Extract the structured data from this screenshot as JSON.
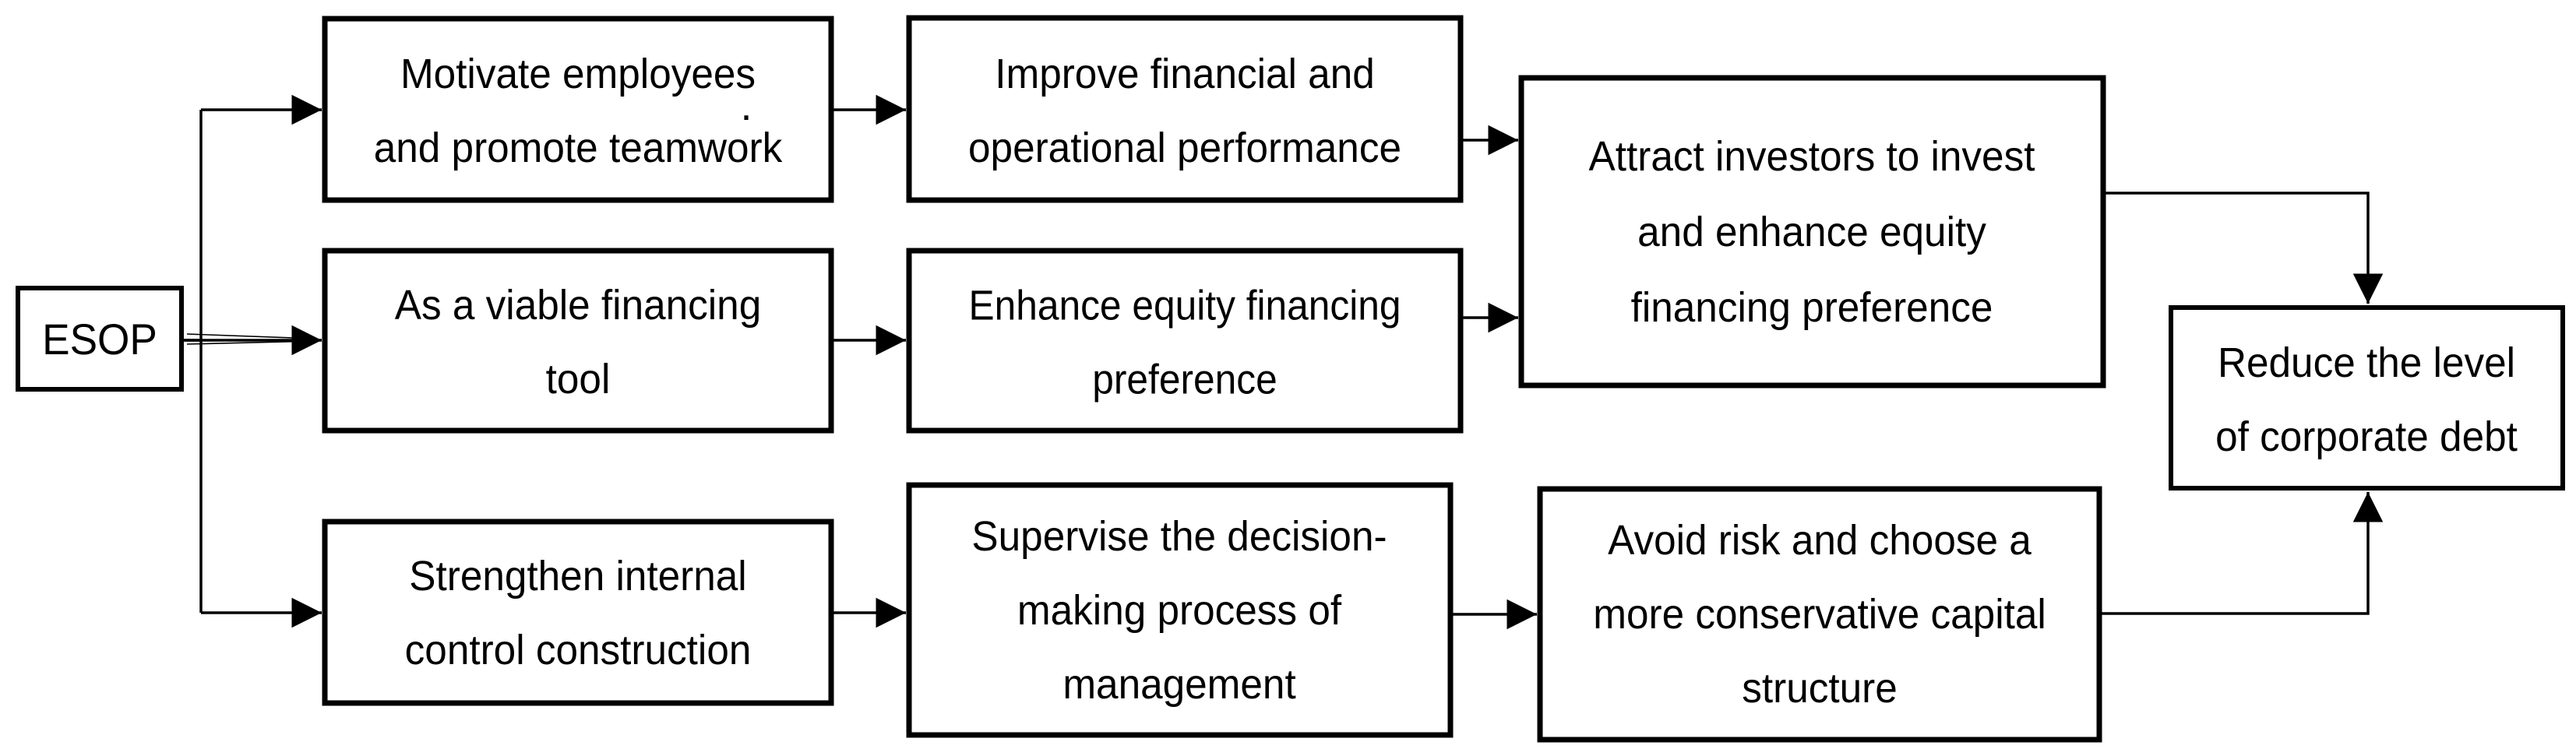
{
  "diagram": {
    "background": "#ffffff",
    "line_color": "#000000",
    "nodes": {
      "esop": {
        "label": "ESOP"
      },
      "motivate": {
        "line1": "Motivate employees",
        "line2": "and promote teamwork",
        "stray_period": "."
      },
      "improve": {
        "line1": "Improve financial and",
        "line2": "operational performance"
      },
      "viable": {
        "line1": "As a  viable financing",
        "line2": "tool"
      },
      "enhance": {
        "line1": "Enhance equity financing",
        "line2": "preference"
      },
      "strengthen": {
        "line1": "Strengthen internal",
        "line2": "control construction"
      },
      "supervise": {
        "line1": "Supervise the decision-",
        "line2": "making process of",
        "line3": "management"
      },
      "attract": {
        "line1": "Attract investors to invest",
        "line2": "and enhance equity",
        "line3": "financing preference"
      },
      "avoid": {
        "line1": "Avoid risk and choose a",
        "line2": "more conservative capital",
        "line3": "structure"
      },
      "reduce": {
        "line1": "Reduce the level",
        "line2": "of corporate debt"
      }
    },
    "edges": [
      {
        "from": "esop",
        "to": "motivate"
      },
      {
        "from": "esop",
        "to": "viable"
      },
      {
        "from": "esop",
        "to": "strengthen"
      },
      {
        "from": "motivate",
        "to": "improve"
      },
      {
        "from": "viable",
        "to": "enhance"
      },
      {
        "from": "strengthen",
        "to": "supervise"
      },
      {
        "from": "improve",
        "to": "attract"
      },
      {
        "from": "enhance",
        "to": "attract"
      },
      {
        "from": "supervise",
        "to": "avoid"
      },
      {
        "from": "attract",
        "to": "reduce"
      },
      {
        "from": "avoid",
        "to": "reduce"
      }
    ]
  }
}
